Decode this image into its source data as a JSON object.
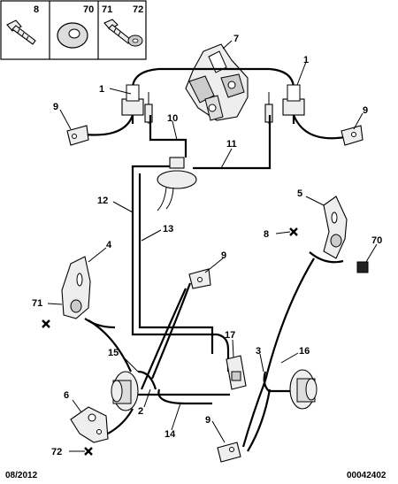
{
  "legend": {
    "cells": [
      {
        "labels": [
          "8"
        ],
        "icon": "bolt-icon"
      },
      {
        "labels": [
          "70"
        ],
        "icon": "washer-icon"
      },
      {
        "labels": [
          "71",
          "72"
        ],
        "icon": "screw-with-washer-icon"
      }
    ]
  },
  "callouts": [
    {
      "id": "c7",
      "text": "7"
    },
    {
      "id": "c1a",
      "text": "1"
    },
    {
      "id": "c1b",
      "text": "1"
    },
    {
      "id": "c9a",
      "text": "9"
    },
    {
      "id": "c9b",
      "text": "9"
    },
    {
      "id": "c10",
      "text": "10"
    },
    {
      "id": "c11",
      "text": "11"
    },
    {
      "id": "c12",
      "text": "12"
    },
    {
      "id": "c13",
      "text": "13"
    },
    {
      "id": "c5",
      "text": "5"
    },
    {
      "id": "c8",
      "text": "8"
    },
    {
      "id": "c70",
      "text": "70"
    },
    {
      "id": "c4",
      "text": "4"
    },
    {
      "id": "c9c",
      "text": "9"
    },
    {
      "id": "c71",
      "text": "71"
    },
    {
      "id": "c17",
      "text": "17"
    },
    {
      "id": "c3",
      "text": "3"
    },
    {
      "id": "c16",
      "text": "16"
    },
    {
      "id": "c15",
      "text": "15"
    },
    {
      "id": "c2",
      "text": "2"
    },
    {
      "id": "c6",
      "text": "6"
    },
    {
      "id": "c14",
      "text": "14"
    },
    {
      "id": "c9d",
      "text": "9"
    },
    {
      "id": "c72",
      "text": "72"
    }
  ],
  "footer": {
    "date": "08/2012",
    "reference": "00042402"
  }
}
